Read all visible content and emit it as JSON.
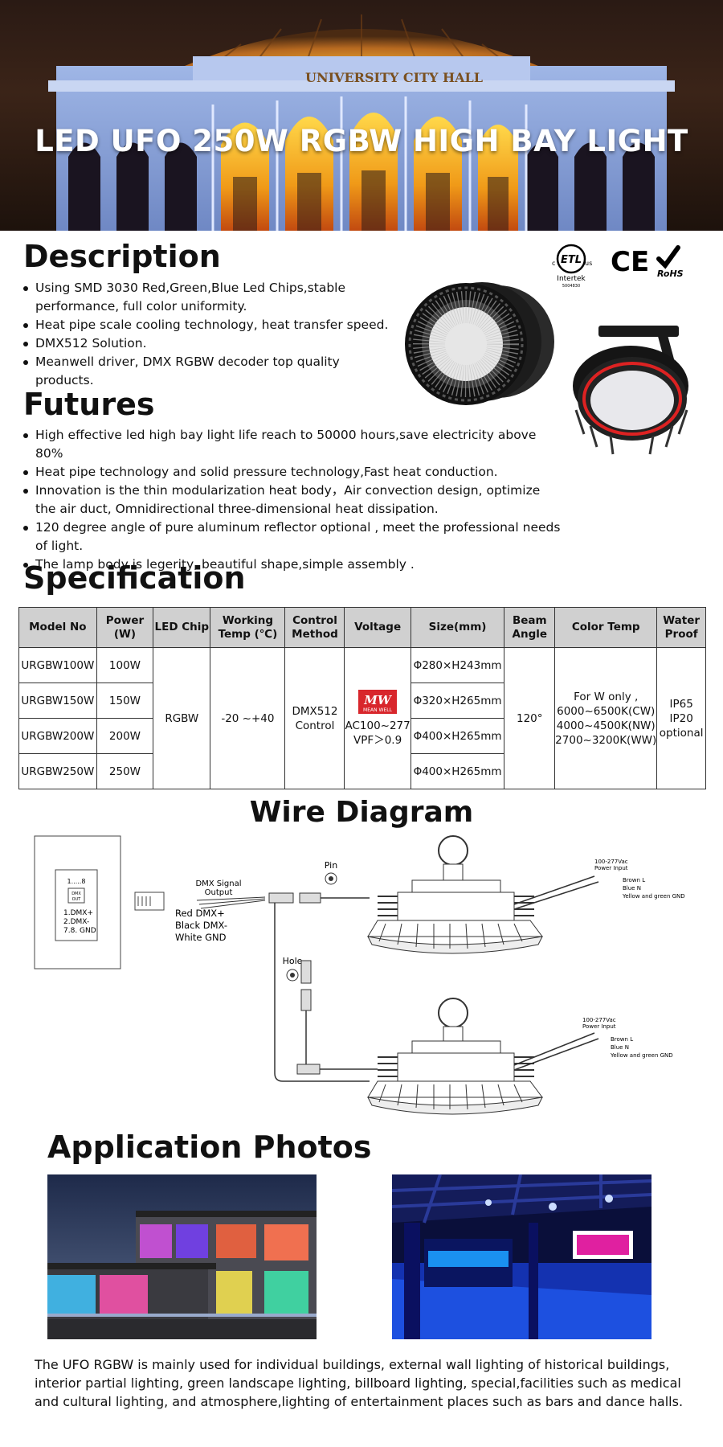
{
  "hero": {
    "title": "LED UFO 250W RGBW HIGH BAY LIGHT",
    "building_sign": "UNIVERSITY CITY HALL"
  },
  "certs": {
    "etl_c": "c",
    "etl_mark": "ETL",
    "etl_us": "us",
    "etl_lab": "Intertek",
    "etl_no": "5004830",
    "ce": "CE",
    "rohs": "RoHS"
  },
  "description": {
    "heading": "Description",
    "items": [
      "Using SMD 3030 Red,Green,Blue Led Chips,stable performance, full color uniformity.",
      "Heat pipe scale cooling technology, heat transfer speed.",
      "DMX512 Solution.",
      "Meanwell driver, DMX RGBW decoder top quality products."
    ]
  },
  "futures": {
    "heading": "Futures",
    "items": [
      "High effective led high bay light life reach to 50000 hours,save electricity above 80%",
      "Heat pipe technology and solid pressure technology,Fast heat conduction.",
      "Innovation is the thin modularization heat body，Air convection design, optimize the air duct, Omnidirectional three-dimensional heat dissipation.",
      "120 degree angle of pure aluminum reflector optional , meet the professional needs of light.",
      "The lamp body is legerity, beautiful shape,simple assembly ."
    ]
  },
  "specification": {
    "heading": "Specification",
    "headers": [
      "Model No",
      "Power (W)",
      "LED Chip",
      "Working Temp (℃)",
      "Control Method",
      "Voltage",
      "Size(mm)",
      "Beam Angle",
      "Color Temp",
      "Water Proof"
    ],
    "rows": [
      {
        "model": "URGBW100W",
        "power": "100W",
        "size": "Φ280×H243mm"
      },
      {
        "model": "URGBW150W",
        "power": "150W",
        "size": "Φ320×H265mm"
      },
      {
        "model": "URGBW200W",
        "power": "200W",
        "size": "Φ400×H265mm"
      },
      {
        "model": "URGBW250W",
        "power": "250W",
        "size": "Φ400×H265mm"
      }
    ],
    "led_chip": "RGBW",
    "working_temp": "-20 ~+40",
    "control": [
      "DMX512",
      "Control"
    ],
    "meanwell_logo": "MW",
    "meanwell_text": "MEAN WELL",
    "voltage": [
      "AC100~277",
      "VPF＞0.9"
    ],
    "beam_angle": "120°",
    "color_temp": [
      "For W only ,",
      "6000~6500K(CW)",
      "4000~4500K(NW)",
      "2700~3200K(WW)"
    ],
    "water_proof": [
      "IP65",
      "IP20",
      "optional"
    ]
  },
  "wire_diagram": {
    "heading": "Wire Diagram",
    "connector_top": "1.....8",
    "connector_port": [
      "DMX",
      "OUT"
    ],
    "connector_pins": [
      "1.DMX+",
      "2.DMX-",
      "7.8. GND"
    ],
    "dmx_signal": [
      "DMX Signal",
      "Output"
    ],
    "wires": [
      "Red DMX+",
      "Black DMX-",
      "White GND"
    ],
    "pin": "Pin",
    "hole": "Hole",
    "power_input": [
      "100-277Vac",
      "Power Input"
    ],
    "leads": [
      "Brown  L",
      "Blue    N",
      "Yellow and green   GND"
    ]
  },
  "application": {
    "heading": "Application Photos",
    "text": "The UFO RGBW is mainly used for individual buildings, external wall lighting of historical buildings, interior partial lighting, green landscape lighting, billboard lighting, special,facilities such as medical and cultural lighting, and atmosphere,lighting of entertainment places such as bars and dance halls."
  }
}
